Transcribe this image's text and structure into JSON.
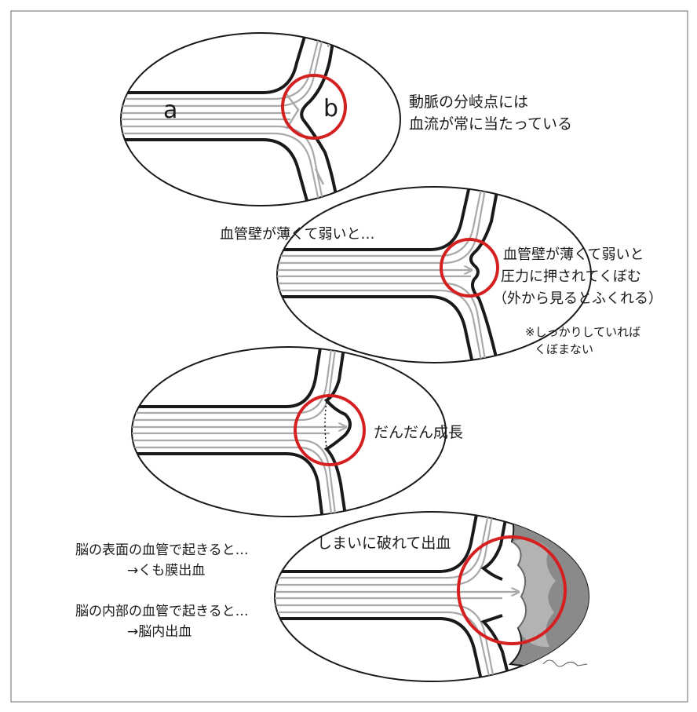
{
  "panels": {
    "p1": {
      "label_a": "a",
      "label_b": "b",
      "caption_line1": "動脈の分岐点には",
      "caption_line2": "血流が常に当たっている"
    },
    "p2": {
      "left_text": "血管壁が薄くて弱いと…",
      "caption_line1": "血管壁が薄くて弱いと",
      "caption_line2": "圧力に押されてくぼむ",
      "caption_line3": "（外から見るとふくれる）",
      "note_line1": "※しっかりしていれば",
      "note_line2": "くぼまない"
    },
    "p3": {
      "caption": "だんだん成長"
    },
    "p4": {
      "inner_text": "しまいに破れて出血",
      "left_line1": "脳の表面の血管で起きると…",
      "left_line2": "→くも膜出血",
      "left_line3": "脳の内部の血管で起きると…",
      "left_line4": "→脳内出血"
    }
  },
  "colors": {
    "vessel_wall": "#1a1a1a",
    "flow_lines": "#a9a9a9",
    "highlight_circle": "#d42020",
    "hemorrhage": "#8a8a8a"
  }
}
